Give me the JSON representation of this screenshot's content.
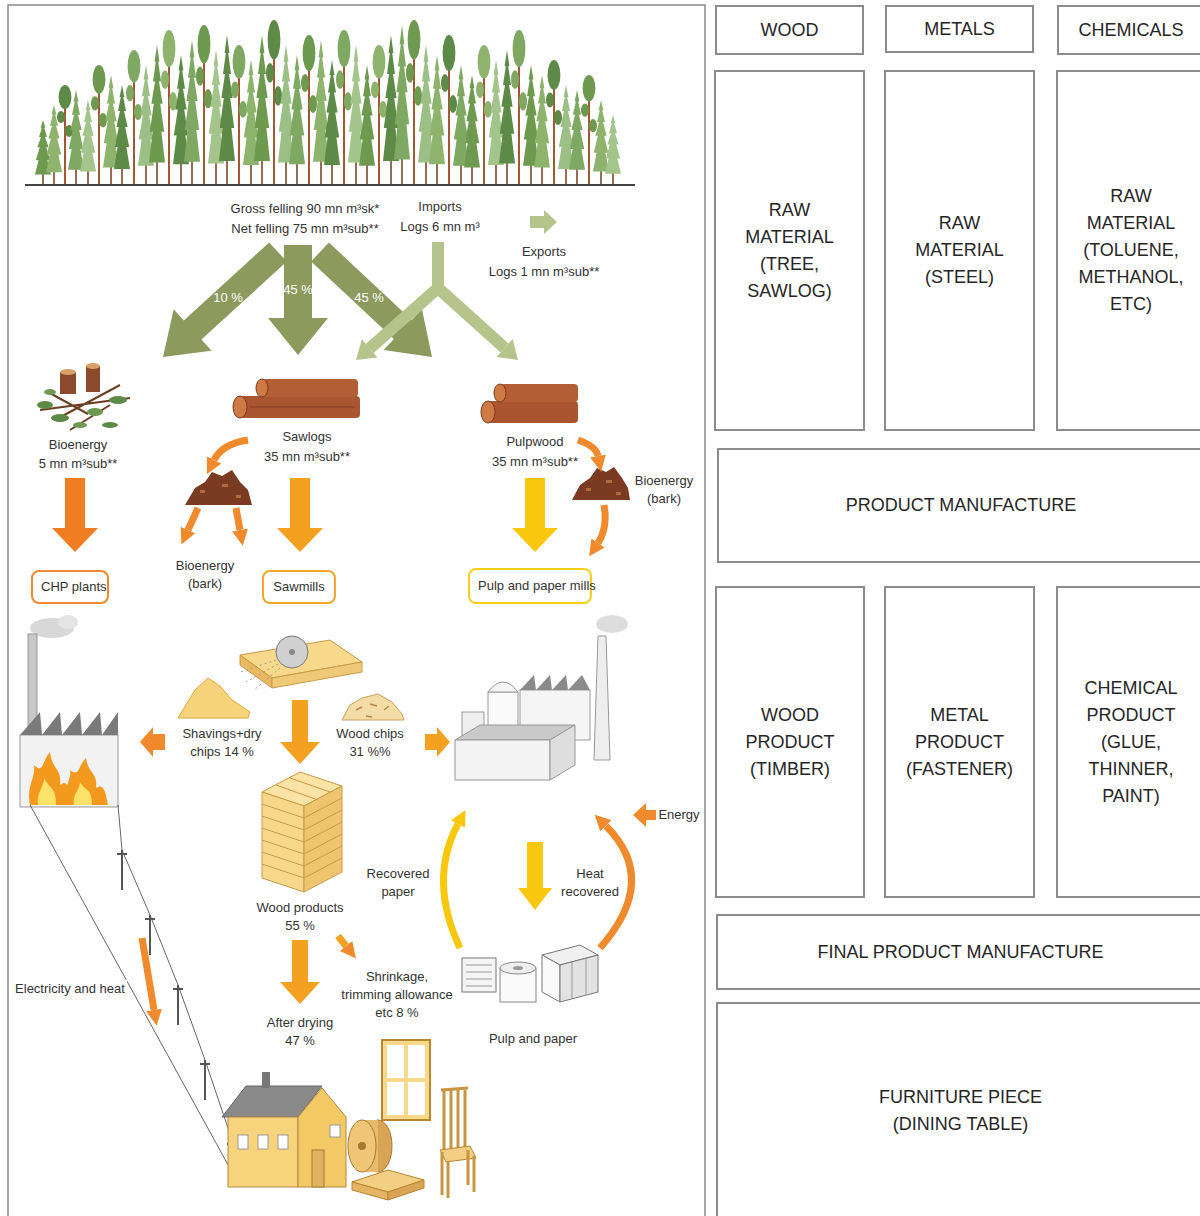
{
  "diagram": {
    "nodes": [
      {
        "text": [
          "CHP plants"
        ]
      },
      {
        "text": [
          "Sawmills"
        ]
      },
      {
        "text": [
          "Pulp and paper mills"
        ]
      },
      {
        "text": [
          "WOOD"
        ]
      },
      {
        "text": [
          "METALS"
        ]
      },
      {
        "text": [
          "CHEMICALS"
        ]
      },
      {
        "text": [
          "RAW MATERIAL (TREE, SAWLOG)"
        ]
      },
      {
        "text": [
          "RAW MATERIAL (STEEL)"
        ]
      },
      {
        "text": [
          "RAW MATERIAL (TOLUENE, METHANOL, ETC)"
        ]
      },
      {
        "text": [
          "PRODUCT MANUFACTURE"
        ]
      },
      {
        "text": [
          "WOOD PRODUCT (TIMBER)"
        ]
      },
      {
        "text": [
          "METAL PRODUCT (FASTENER)"
        ]
      },
      {
        "text": [
          "CHEMICAL PRODUCT (GLUE, THINNER, PAINT)"
        ]
      },
      {
        "text": [
          "FINAL PRODUCT MANUFACTURE"
        ]
      },
      {
        "text": [
          "FURNITURE PIECE (DINING TABLE)"
        ]
      }
    ],
    "labels": [
      "Gross felling 90 mn m³sk*",
      "Net felling 75 mn m³sub**",
      "Imports",
      "Logs 6 mn m³",
      "Exports",
      "Logs 1 mn m³sub**",
      "10 %",
      "45 %",
      "45 %",
      "Bioenergy",
      "5 mn m³sub**",
      "Sawlogs",
      "35 mn m³sub**",
      "Pulpwood",
      "35 mn m³sub**",
      "Bioenergy (bark)",
      "Bioenergy (bark)",
      "Shavings+dry chips 14 %",
      "Wood chips 31 %%",
      "Energy",
      "Recovered paper",
      "Heat recovered",
      "Wood products 55 %",
      "Shrinkage, trimming allowance etc 8 %",
      "After drying 47 %",
      "Pulp and paper",
      "Electricity and heat"
    ]
  }
}
